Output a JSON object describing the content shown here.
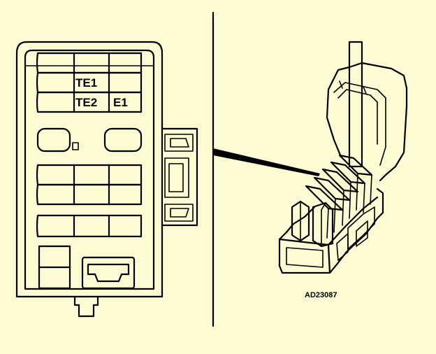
{
  "labels": {
    "te1": "TE1",
    "te2": "TE2",
    "e1": "E1",
    "figure_code": "AD23087"
  },
  "colors": {
    "background": "#fdfbd3",
    "line": "#000000"
  }
}
